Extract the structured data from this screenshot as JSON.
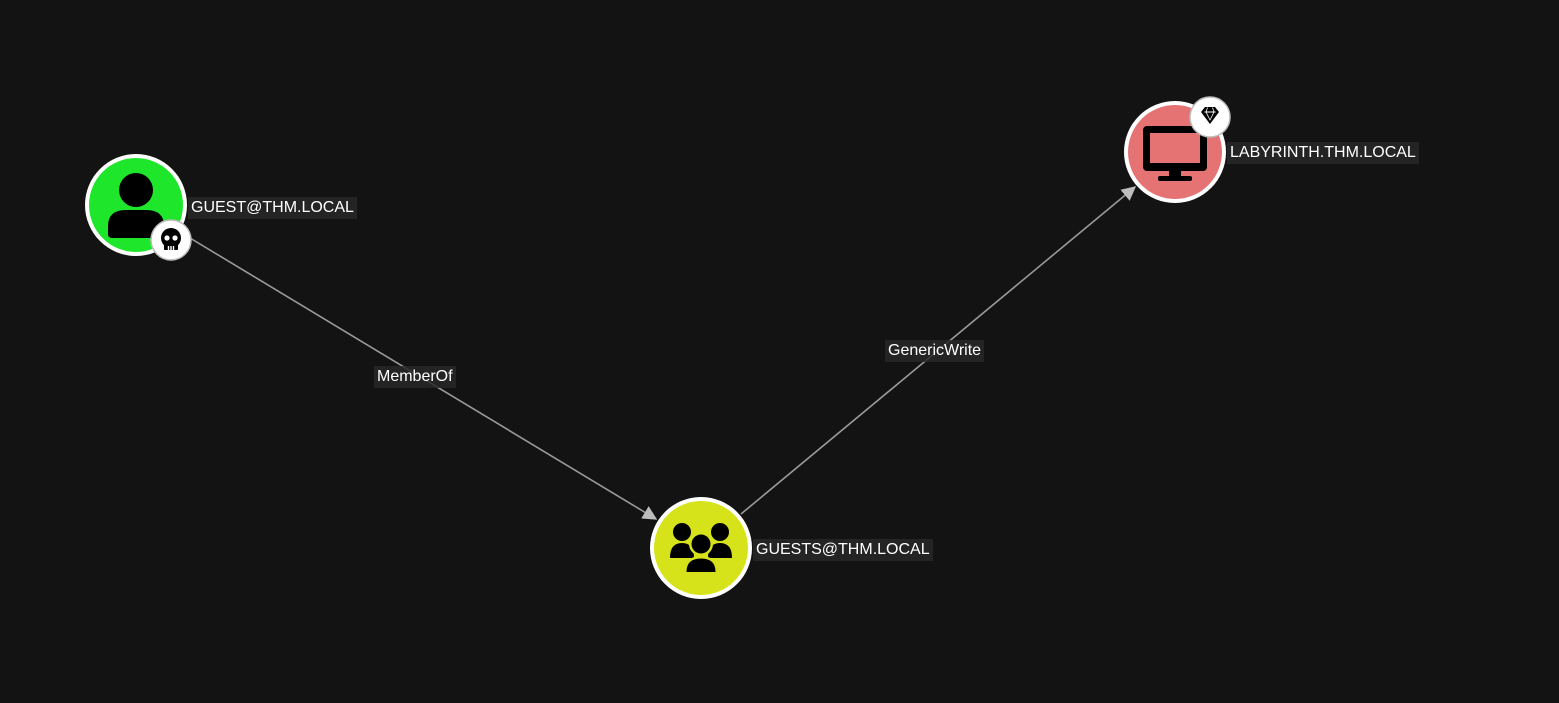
{
  "graph": {
    "background": "#131313",
    "edge_color": "#9a9a9a",
    "nodes": [
      {
        "id": "guest-user",
        "label": "GUEST@THM.LOCAL",
        "kind": "user",
        "color": "#1ee62b",
        "icon": "user-icon",
        "badge": "skull-icon"
      },
      {
        "id": "guests-group",
        "label": "GUESTS@THM.LOCAL",
        "kind": "group",
        "color": "#d7e31a",
        "icon": "group-icon",
        "badge": ""
      },
      {
        "id": "labyrinth-computer",
        "label": "LABYRINTH.THM.LOCAL",
        "kind": "computer",
        "color": "#e57373",
        "icon": "computer-icon",
        "badge": "diamond-icon"
      }
    ],
    "edges": [
      {
        "from": "guest-user",
        "to": "guests-group",
        "label": "MemberOf"
      },
      {
        "from": "guests-group",
        "to": "labyrinth-computer",
        "label": "GenericWrite"
      }
    ]
  }
}
